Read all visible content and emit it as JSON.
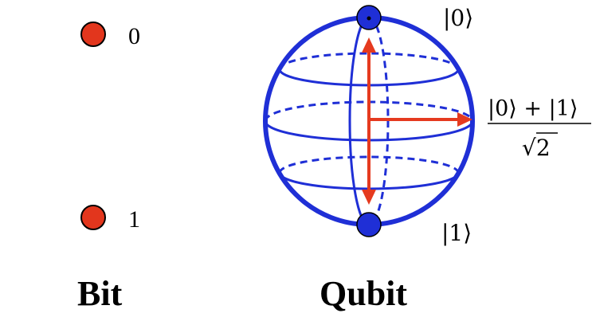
{
  "colors": {
    "bit_dot": "#e2361d",
    "sphere": "#1f2fd6",
    "arrow": "#e53a1f",
    "text": "#000000"
  },
  "bit": {
    "states": [
      {
        "label": "0"
      },
      {
        "label": "1"
      }
    ],
    "caption": "Bit"
  },
  "qubit": {
    "caption": "Qubit",
    "north_label": "|0⟩",
    "south_label": "|1⟩",
    "superposition_numerator": "|0⟩ + |1⟩",
    "superposition_radical": "√2"
  }
}
